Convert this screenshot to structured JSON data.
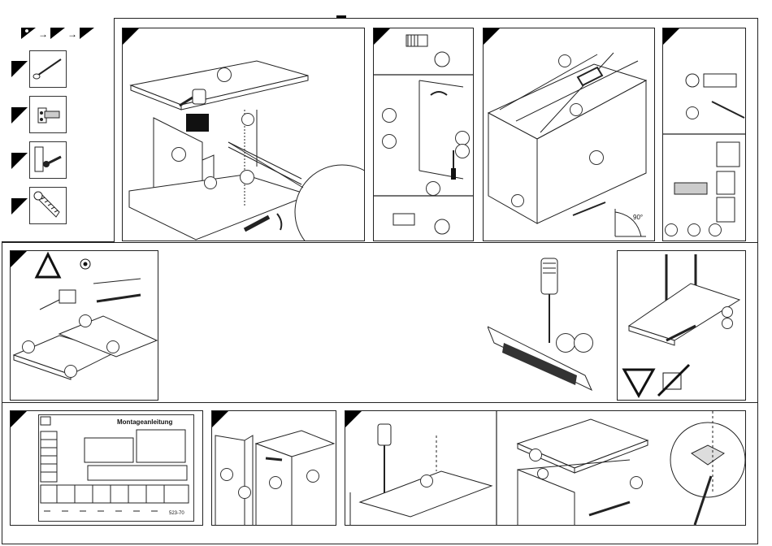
{
  "leaflet": {
    "manual_title": "Montageanleitung",
    "footer_code": "523-70",
    "angle_label": "90°",
    "arrow_sequence": [
      "→",
      "→"
    ],
    "colors": {
      "line": "#222222",
      "fill": "#000000",
      "paper": "#ffffff"
    }
  },
  "steps": {
    "legend_icons": [
      "nail-icon",
      "hinge-icon",
      "cam-screw-icon",
      "wood-screw-icon"
    ],
    "warnings": [
      "warning-triangle-icon",
      "eye-protection-icon",
      "no-child-icon"
    ]
  }
}
